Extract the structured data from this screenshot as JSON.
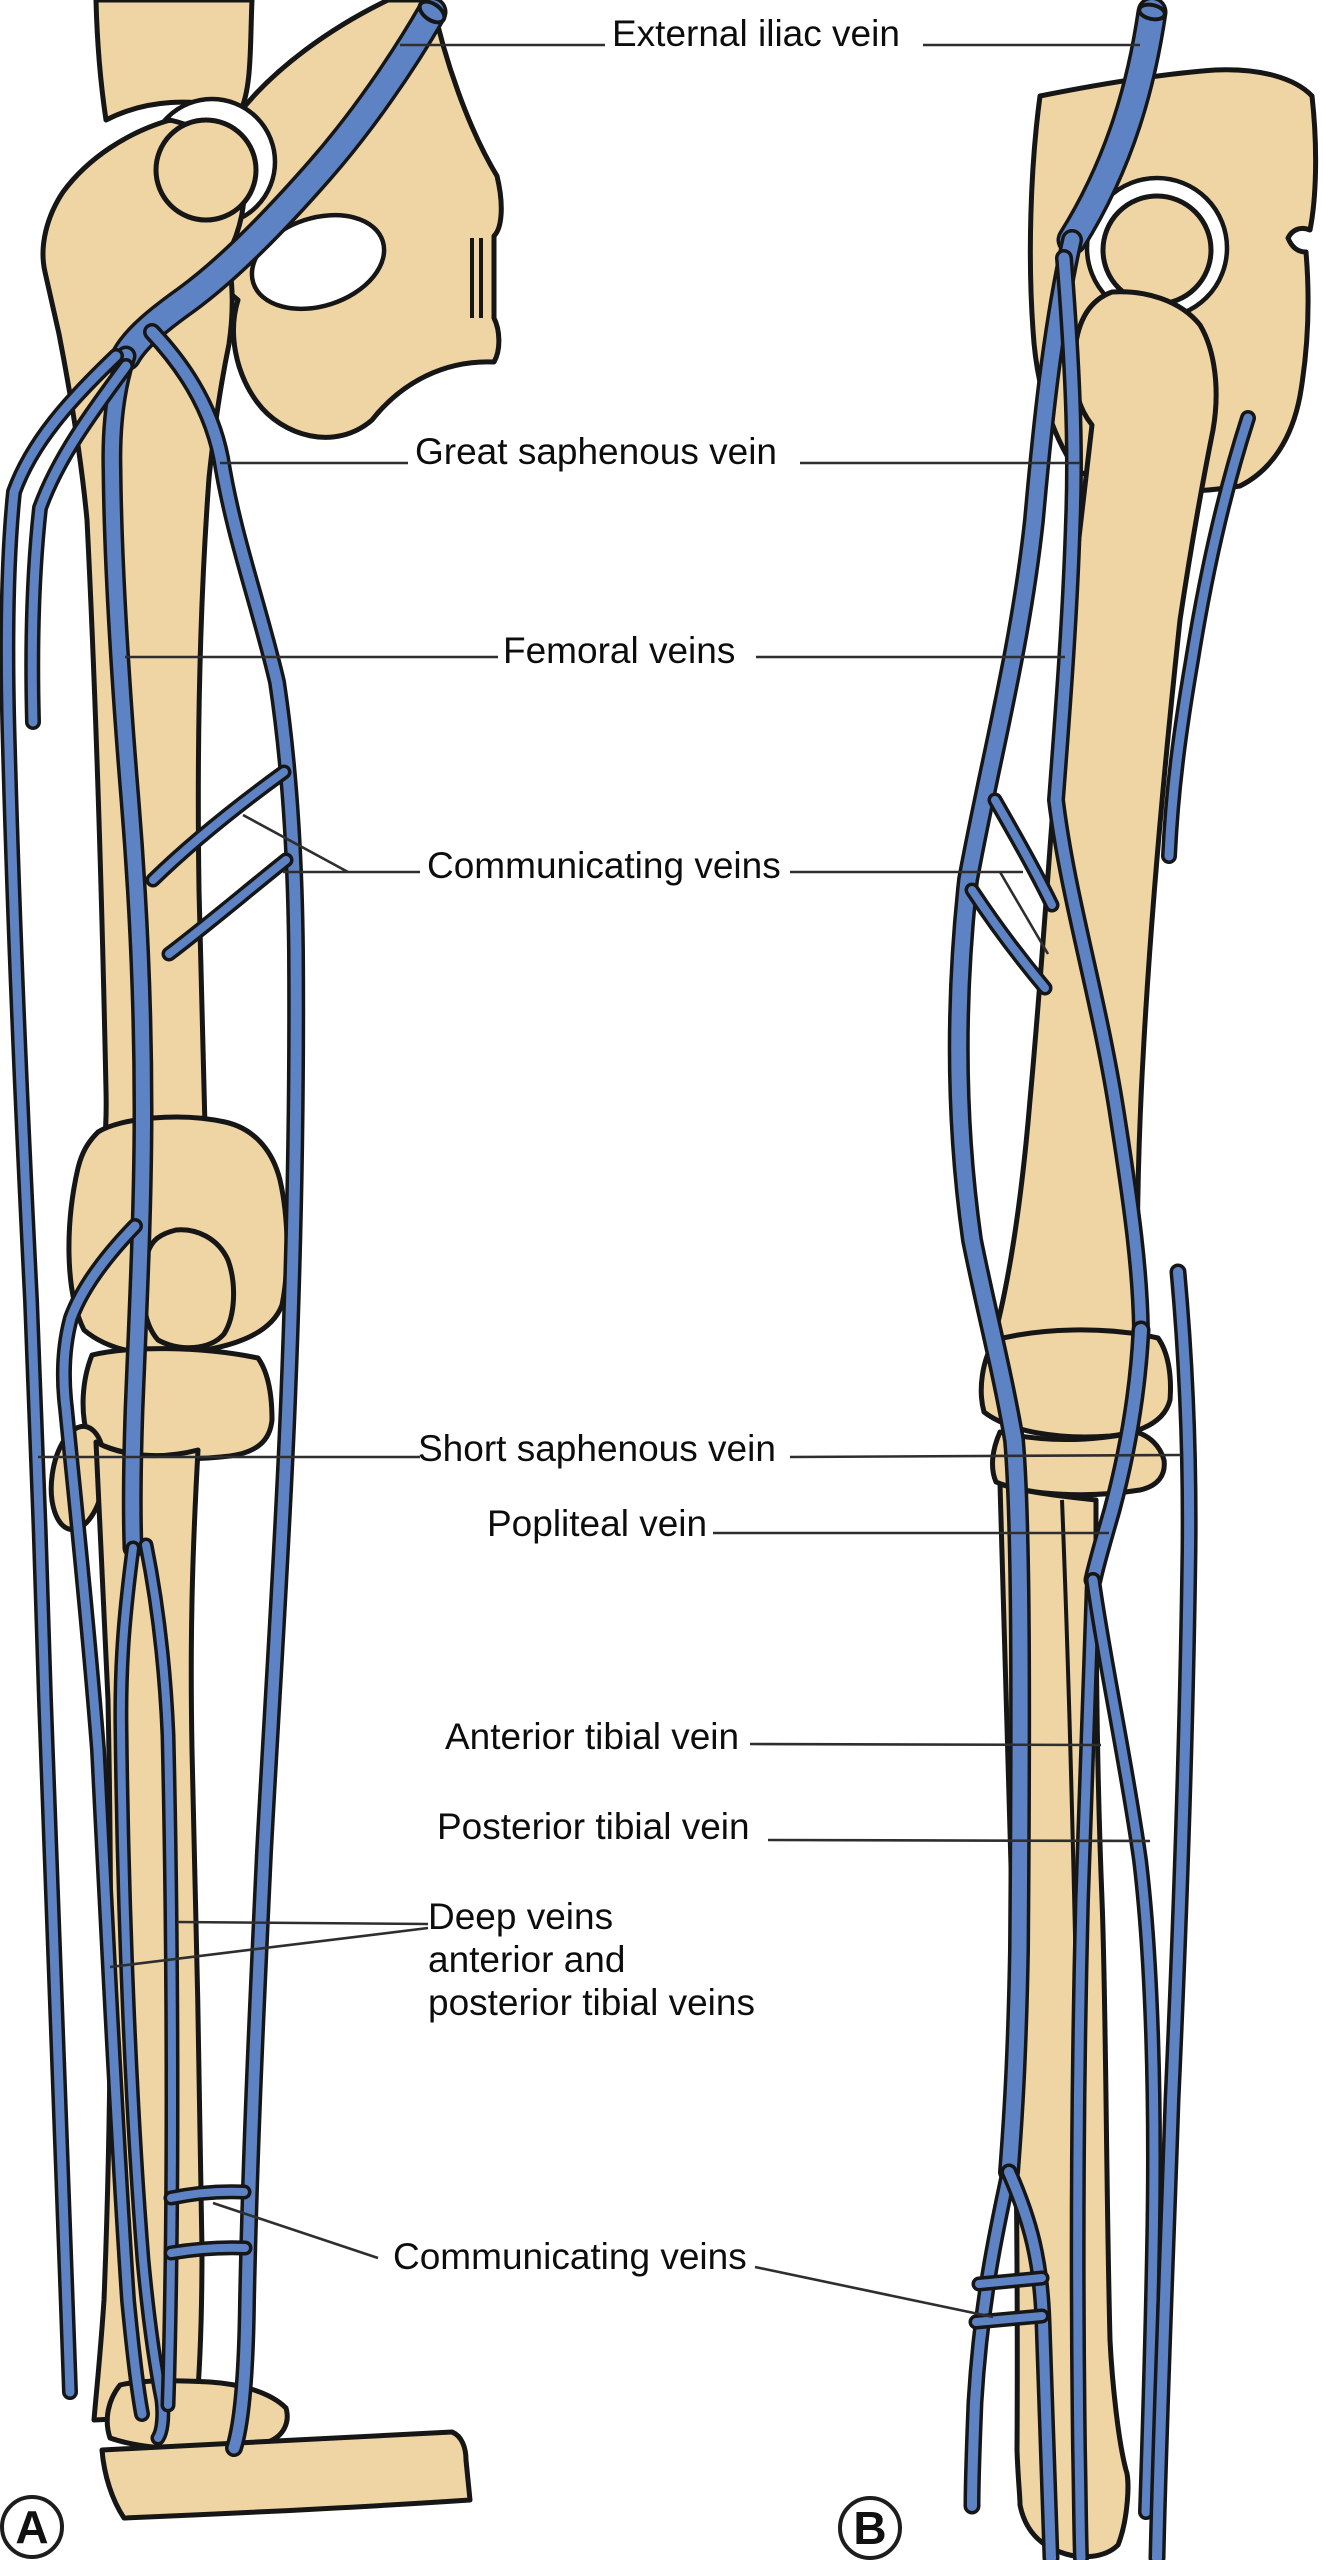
{
  "figure": {
    "panel_a": "A",
    "panel_b": "B",
    "labels": {
      "external_iliac": "External iliac vein",
      "great_saphenous": "Great saphenous vein",
      "femoral": "Femoral veins",
      "communicating_upper": "Communicating veins",
      "short_saphenous": "Short saphenous vein",
      "popliteal": "Popliteal vein",
      "anterior_tibial": "Anterior tibial vein",
      "posterior_tibial": "Posterior tibial vein",
      "deep_line1": "Deep veins",
      "deep_line2": "anterior and",
      "deep_line3": "posterior tibial veins",
      "communicating_lower": "Communicating veins"
    },
    "colors": {
      "bone": "#efd4a4",
      "vein": "#5d83c5",
      "outline": "#161616",
      "leader": "#2e2e2e"
    }
  }
}
